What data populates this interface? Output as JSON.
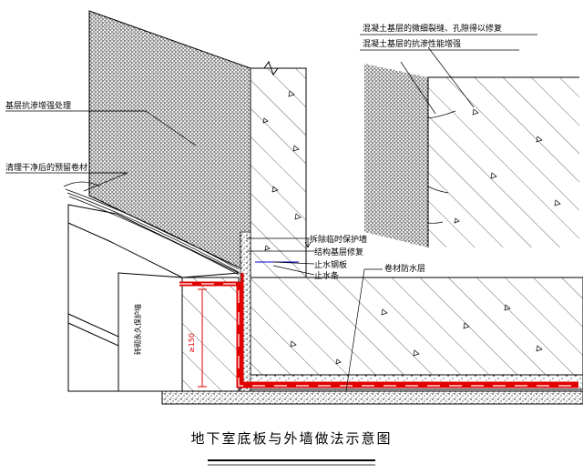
{
  "title": "地下室底板与外墙做法示意图",
  "labels": {
    "base_treatment": "基层抗渗增强处理",
    "clean_reserved": "清理干净后的预留卷材",
    "remove_protect_wall": "拆除临时保护墙",
    "structure_base_repair": "结构基层修复",
    "water_stop_steel": "止水钢板",
    "water_stop_strip": "止水条",
    "membrane_layer": "卷材防水层",
    "permanent_protect_wall": "砖砌永久保护墙",
    "dimension": "≥150",
    "concrete_crack_repair": "混凝土基层的微细裂缝、孔隙得以修复",
    "concrete_enhance": "混凝土基层的抗渗性能增强"
  },
  "colors": {
    "membrane": "#e00000",
    "line": "#000000"
  }
}
